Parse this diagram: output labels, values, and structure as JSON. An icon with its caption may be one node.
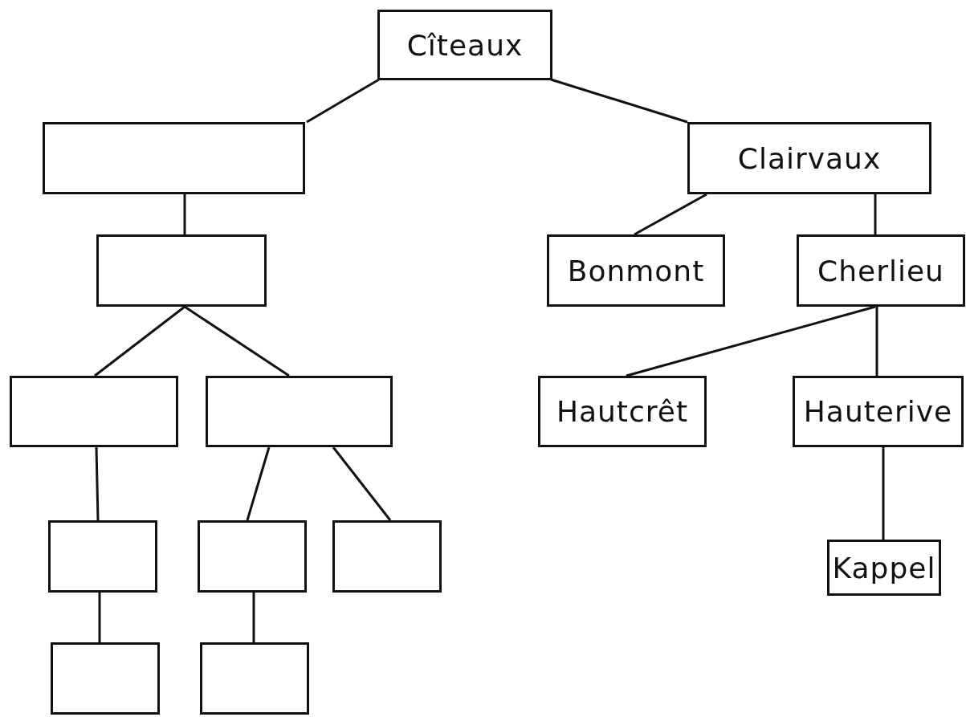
{
  "diagram": {
    "nodes": [
      {
        "text": [
          "Cîteaux"
        ]
      },
      {
        "text": [],
        "shape": "box"
      },
      {
        "text": [
          "Clairvaux"
        ]
      },
      {
        "text": [],
        "shape": "box"
      },
      {
        "text": [
          "Bonmont"
        ]
      },
      {
        "text": [
          "Cherlieu"
        ]
      },
      {
        "text": [],
        "shape": "box"
      },
      {
        "text": [],
        "shape": "box"
      },
      {
        "text": [
          "Hautcrêt"
        ]
      },
      {
        "text": [
          "Hauterive"
        ]
      },
      {
        "text": [],
        "shape": "box"
      },
      {
        "text": [],
        "shape": "box"
      },
      {
        "text": [],
        "shape": "box"
      },
      {
        "text": [
          "Kappel"
        ]
      },
      {
        "text": [],
        "shape": "box"
      },
      {
        "text": [],
        "shape": "box"
      }
    ],
    "edges": [
      {
        "from": 0,
        "to": 1,
        "arrow": "none"
      },
      {
        "from": 0,
        "to": 2,
        "arrow": "none"
      },
      {
        "from": 1,
        "to": 3,
        "arrow": "none"
      },
      {
        "from": 3,
        "to": 6,
        "arrow": "none"
      },
      {
        "from": 3,
        "to": 7,
        "arrow": "none"
      },
      {
        "from": 6,
        "to": 10,
        "arrow": "none"
      },
      {
        "from": 7,
        "to": 11,
        "arrow": "none"
      },
      {
        "from": 7,
        "to": 12,
        "arrow": "none"
      },
      {
        "from": 10,
        "to": 14,
        "arrow": "none"
      },
      {
        "from": 11,
        "to": 15,
        "arrow": "none"
      },
      {
        "from": 2,
        "to": 4,
        "arrow": "none"
      },
      {
        "from": 2,
        "to": 5,
        "arrow": "none"
      },
      {
        "from": 5,
        "to": 8,
        "arrow": "none"
      },
      {
        "from": 5,
        "to": 9,
        "arrow": "none"
      },
      {
        "from": 9,
        "to": 13,
        "arrow": "none"
      }
    ]
  }
}
